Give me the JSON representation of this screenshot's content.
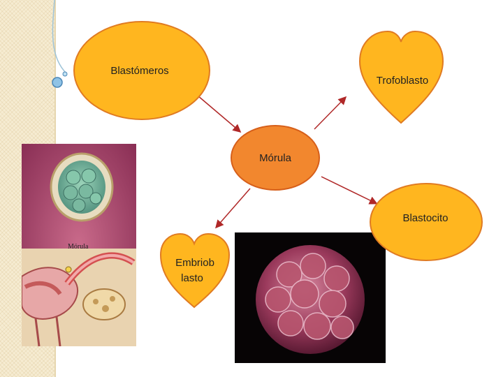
{
  "nodes": {
    "blastomeros": "Blastómeros",
    "trofoblasto": "Trofoblasto",
    "morula": "Mórula",
    "blastocito": "Blastocito",
    "embrioblasto_line1": "Embriob",
    "embrioblasto_line2": "lasto"
  },
  "figure_left": {
    "caption": "Mórula"
  },
  "colors": {
    "node_fill": "#FFB61F",
    "node_border": "#E07B22",
    "morula_fill": "#F2872E",
    "arrow": "#b02828",
    "sidebar": "#f6ecd2"
  }
}
